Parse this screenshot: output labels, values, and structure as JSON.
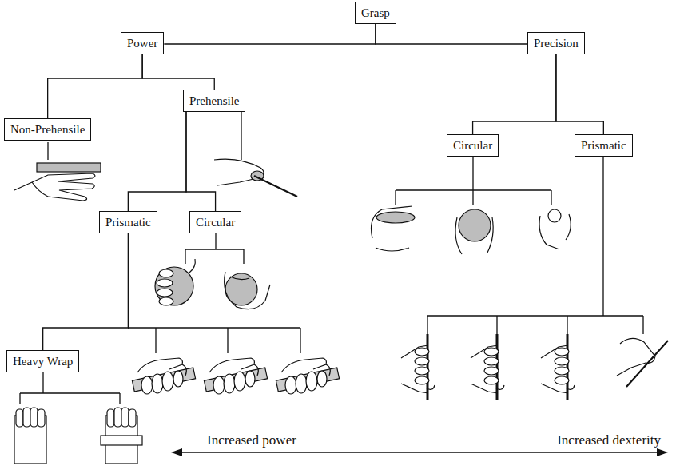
{
  "diagram": {
    "nodes": [
      {
        "text": [
          "Grasp"
        ]
      },
      {
        "text": [
          "Power"
        ]
      },
      {
        "text": [
          "Precision"
        ]
      },
      {
        "text": [
          "Prehensile"
        ]
      },
      {
        "text": [
          "Non-Prehensile"
        ]
      },
      {
        "text": [
          "Circular"
        ]
      },
      {
        "text": [
          "Prismatic"
        ]
      },
      {
        "text": [
          "Prismatic"
        ]
      },
      {
        "text": [
          "Circular"
        ]
      },
      {
        "text": [
          "Heavy Wrap"
        ]
      }
    ],
    "edges": [
      {
        "from": 0,
        "to": 1,
        "arrow": "none"
      },
      {
        "from": 0,
        "to": 2,
        "arrow": "none"
      },
      {
        "from": 1,
        "to": 4,
        "arrow": "none"
      },
      {
        "from": 1,
        "to": 3,
        "arrow": "none"
      },
      {
        "from": 3,
        "to": 7,
        "arrow": "none"
      },
      {
        "from": 3,
        "to": 8,
        "arrow": "none"
      },
      {
        "from": 2,
        "to": 5,
        "arrow": "none"
      },
      {
        "from": 2,
        "to": 6,
        "arrow": "none"
      },
      {
        "from": 7,
        "to": 9,
        "arrow": "none"
      }
    ],
    "labels": [
      "Increased power",
      "Increased dexterity"
    ]
  }
}
